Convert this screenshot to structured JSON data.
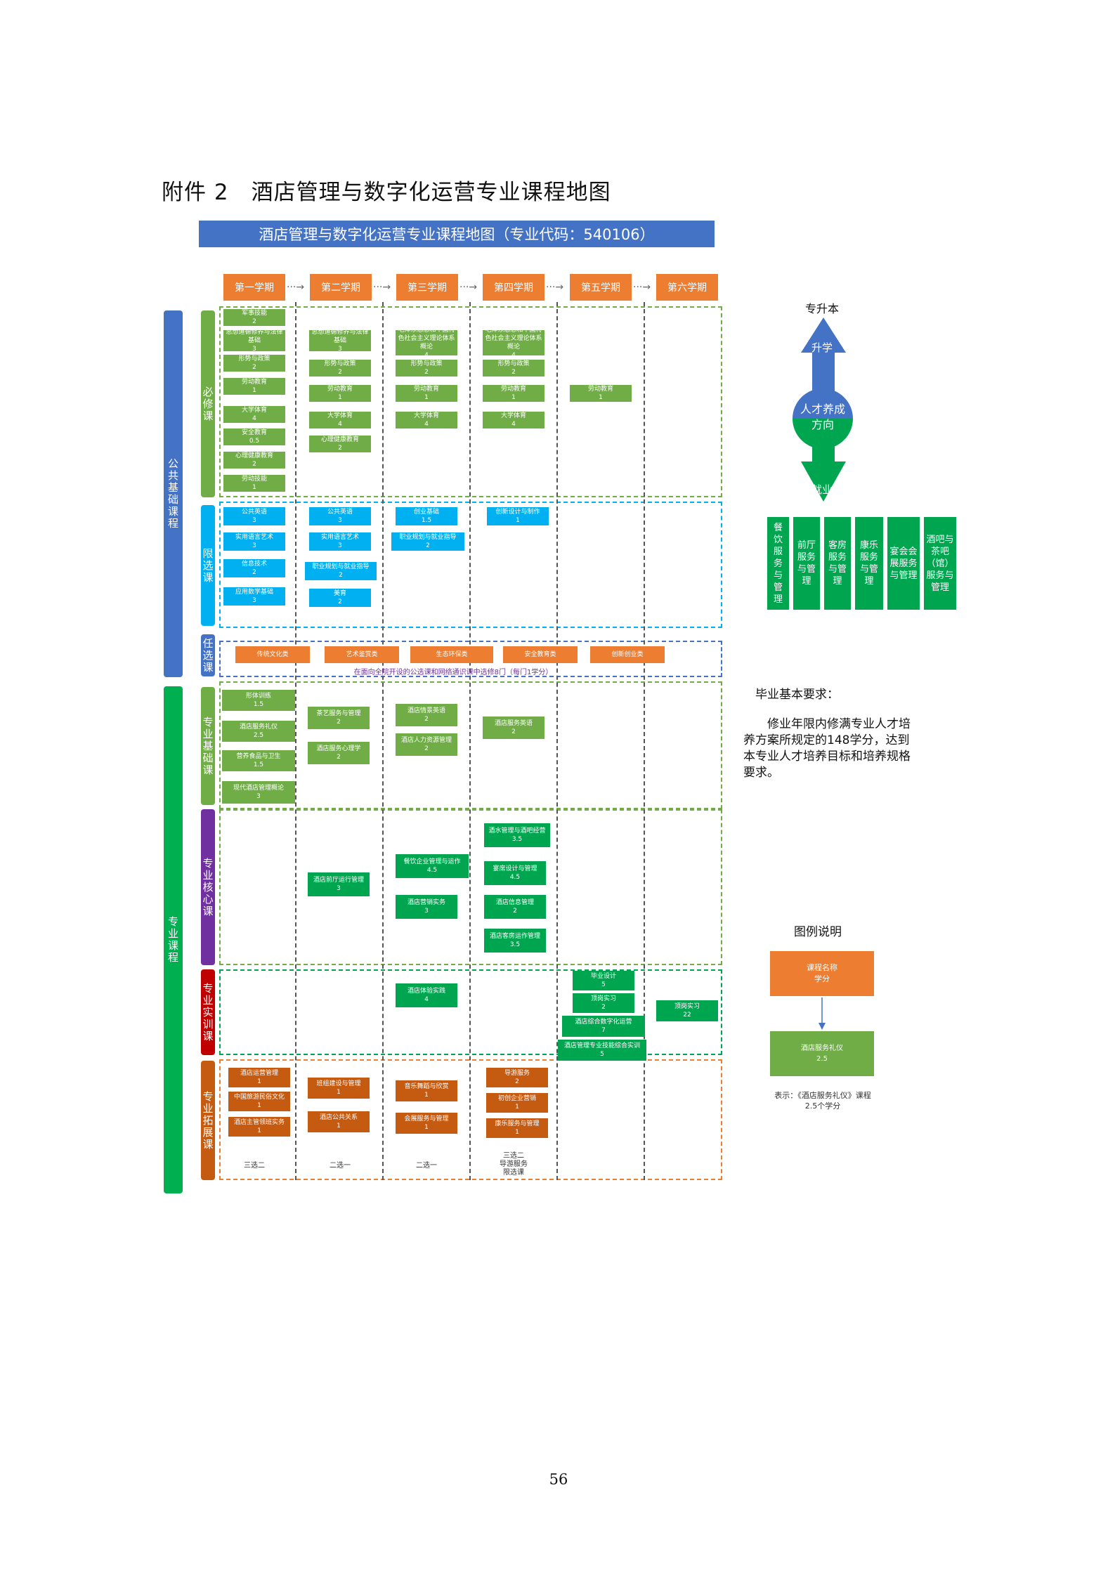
{
  "page_title": "附件 2　酒店管理与数字化运营专业课程地图",
  "banner": "酒店管理与数字化运营专业课程地图（专业代码：540106）",
  "semesters": [
    "第一学期",
    "第二学期",
    "第三学期",
    "第四学期",
    "第五学期",
    "第六学期"
  ],
  "categories": {
    "public_foundation": "公共基础课程",
    "professional": "专业课程",
    "required": "必修课",
    "limited": "限选课",
    "elective": "任选课",
    "pro_foundation": "专业基础课",
    "pro_core": "专业核心课",
    "pro_practice": "专业实训课",
    "pro_extension": "专业拓展课"
  },
  "courses": {
    "req": [
      [
        "军事技能",
        "2"
      ],
      [
        "思想道德修养与法律基础",
        "3"
      ],
      [
        "形势与政策",
        "2"
      ],
      [
        "劳动教育",
        "1"
      ],
      [
        "大学体育",
        "4"
      ],
      [
        "安全教育",
        "0.5"
      ],
      [
        "心理健康教育",
        "2"
      ],
      [
        "劳动技能",
        "1"
      ],
      [
        "思想道德修养与法律基础",
        "3"
      ],
      [
        "形势与政策",
        "2"
      ],
      [
        "劳动教育",
        "1"
      ],
      [
        "大学体育",
        "4"
      ],
      [
        "心理健康教育",
        "2"
      ],
      [
        "毛泽东思想和中国特色社会主义理论体系概论",
        "4"
      ],
      [
        "形势与政策",
        "2"
      ],
      [
        "劳动教育",
        "1"
      ],
      [
        "大学体育",
        "4"
      ],
      [
        "毛泽东思想和中国特色社会主义理论体系概论",
        "4"
      ],
      [
        "形势与政策",
        "2"
      ],
      [
        "劳动教育",
        "1"
      ],
      [
        "大学体育",
        "4"
      ],
      [
        "劳动教育",
        "1"
      ]
    ],
    "lim": [
      [
        "公共英语",
        "3"
      ],
      [
        "实用语言艺术",
        "3"
      ],
      [
        "信息技术",
        "2"
      ],
      [
        "应用数学基础",
        "3"
      ],
      [
        "公共英语",
        "3"
      ],
      [
        "实用语言艺术",
        "3"
      ],
      [
        "职业规划与就业指导",
        "2"
      ],
      [
        "美育",
        "2"
      ],
      [
        "创业基础",
        "1.5"
      ],
      [
        "职业规划与就业指导",
        "2"
      ],
      [
        "创新设计与制作",
        "1"
      ]
    ],
    "elec": [
      "传统文化类",
      "艺术鉴赏类",
      "生态环保类",
      "安全教育类",
      "创新创业类"
    ],
    "elec_note": "在面向全院开设的公选课和网络通识课中选修8门（每门1学分）",
    "pf": [
      [
        "形体训练",
        "1.5"
      ],
      [
        "酒店服务礼仪",
        "2.5"
      ],
      [
        "营养食品与卫生",
        "1.5"
      ],
      [
        "现代酒店管理概论",
        "3"
      ],
      [
        "茶艺服务与管理",
        "2"
      ],
      [
        "酒店服务心理学",
        "2"
      ],
      [
        "酒店情景英语",
        "2"
      ],
      [
        "酒店人力资源管理",
        "2"
      ],
      [
        "酒店服务英语",
        "2"
      ]
    ],
    "pc": [
      [
        "酒店前厅运行管理",
        "3"
      ],
      [
        "餐饮企业管理与运作",
        "4.5"
      ],
      [
        "酒店营销实务",
        "3"
      ],
      [
        "酒水管理与酒吧经营",
        "3.5"
      ],
      [
        "宴席设计与管理",
        "4.5"
      ],
      [
        "酒店信息管理",
        "2"
      ],
      [
        "酒店客房运作管理",
        "3.5"
      ]
    ],
    "pp": [
      [
        "酒店体验实践",
        "4"
      ],
      [
        "毕业设计",
        "5"
      ],
      [
        "顶岗实习",
        "2"
      ],
      [
        "酒店综合数字化运营",
        "7"
      ],
      [
        "酒店管理专业技能综合实训",
        "5"
      ],
      [
        "顶岗实习",
        "22"
      ]
    ],
    "pe": [
      [
        "酒店运营管理",
        "1"
      ],
      [
        "中国旅游民俗文化",
        "1"
      ],
      [
        "酒店主管领班实务",
        "1"
      ],
      [
        "班组建设与管理",
        "1"
      ],
      [
        "酒店公共关系",
        "1"
      ],
      [
        "音乐舞蹈与欣赏",
        "1"
      ],
      [
        "会展服务与管理",
        "1"
      ],
      [
        "导游服务",
        "2"
      ],
      [
        "初创企业营销",
        "1"
      ],
      [
        "康乐服务与管理",
        "1"
      ]
    ],
    "pe_notes": [
      "三选二",
      "二选一",
      "二选一",
      "三选二\n导游服务\n限选课"
    ]
  },
  "direction": {
    "upgrade": "专升本",
    "up_label": "升学",
    "center": "人才养成方向",
    "down_label": "就业",
    "careers": [
      "餐饮服务与管理",
      "前厅服务与管理",
      "客房服务与管理",
      "康乐服务与管理",
      "宴会会展服务与管理",
      "酒吧与茶吧（馆）服务与管理"
    ]
  },
  "graduation": {
    "title": "毕业基本要求：",
    "text": "修业年限内修满专业人才培养方案所规定的148学分，达到本专业人才培养目标和培养规格要求。"
  },
  "legend": {
    "title": "图例说明",
    "top_box": [
      "课程名称",
      "学分"
    ],
    "bottom_box": [
      "酒店服务礼仪",
      "2.5"
    ],
    "note": "表示：《酒店服务礼仪》课程\n2.5个学分"
  },
  "page_number": "56",
  "colors": {
    "banner": "#4472c4",
    "semester": "#ed7d31",
    "required": "#70ad47",
    "limited": "#00b0f0",
    "core": "#7030a0",
    "practice": "#c00000",
    "extension": "#c55a11",
    "career": "#00a550",
    "public_bar": "#4472c4",
    "pro_bar": "#00b050"
  }
}
